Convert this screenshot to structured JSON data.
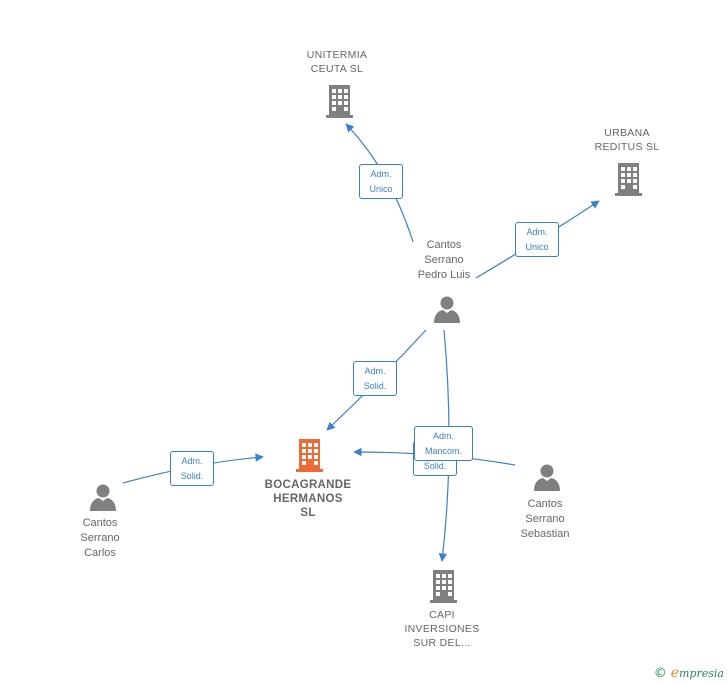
{
  "colors": {
    "edge": "#3a7fd0",
    "node_gray": "#808080",
    "main_company": "#f06a35",
    "label_text": "#666666"
  },
  "nodes": [
    {
      "id": "unitermia",
      "type": "company",
      "label": "UNITERMIA\nCEUTA SL"
    },
    {
      "id": "urbana",
      "type": "company",
      "label": "URBANA\nREDITUS  SL"
    },
    {
      "id": "pedro",
      "type": "person",
      "label": "Cantos\nSerrano\nPedro Luis"
    },
    {
      "id": "bocagrande",
      "type": "company",
      "main": true,
      "label": "BOCAGRANDE\nHERMANOS\nSL"
    },
    {
      "id": "carlos",
      "type": "person",
      "label": "Cantos\nSerrano\nCarlos"
    },
    {
      "id": "sebastian",
      "type": "person",
      "label": "Cantos\nSerrano\nSebastian"
    },
    {
      "id": "capi",
      "type": "company",
      "label": "CAPI\nINVERSIONES\nSUR DEL..."
    }
  ],
  "edges": [
    {
      "from": "pedro",
      "to": "unitermia",
      "label": "Adm.\nUnico"
    },
    {
      "from": "pedro",
      "to": "urbana",
      "label": "Adm.\nUnico"
    },
    {
      "from": "pedro",
      "to": "bocagrande",
      "label": "Adm.\nSolid."
    },
    {
      "from": "carlos",
      "to": "bocagrande",
      "label": "Adm.\nSolid."
    },
    {
      "from": "sebastian",
      "to": "bocagrande",
      "label": "Adm.\nSolid."
    },
    {
      "from": "pedro",
      "to": "capi",
      "label": "Adm.\nMancom."
    }
  ],
  "watermark": {
    "copyright": "©",
    "brand_initial": "e",
    "brand_rest": "mpresia"
  }
}
